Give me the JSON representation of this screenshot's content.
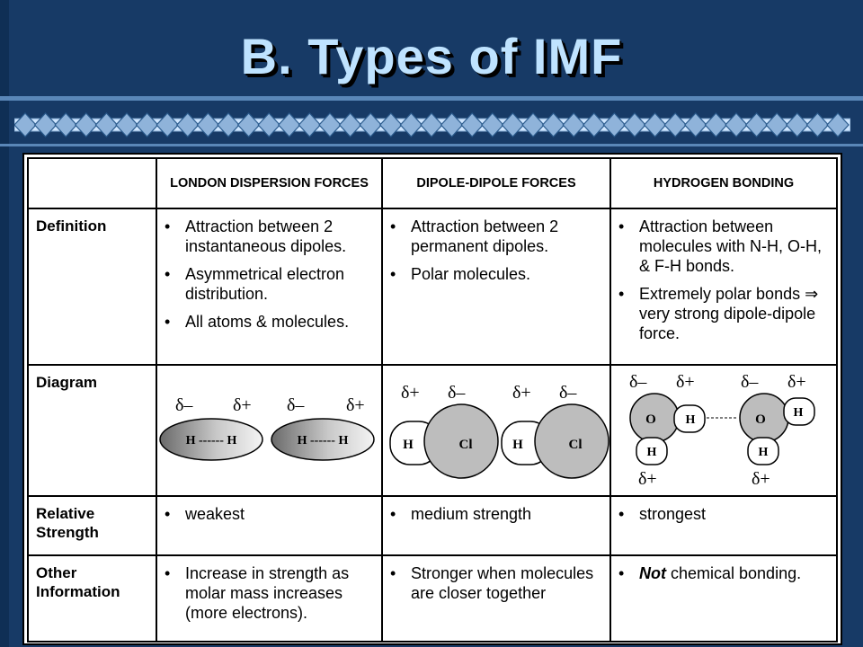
{
  "slide": {
    "title": "B. Types of IMF",
    "colors": {
      "background": "#173a66",
      "title": "#bfe3ff",
      "accent_line": "#5a87b8"
    }
  },
  "table": {
    "columns": [
      "",
      "LONDON DISPERSION FORCES",
      "DIPOLE-DIPOLE FORCES",
      "HYDROGEN BONDING"
    ],
    "rows": {
      "definition": {
        "label": "Definition",
        "london": [
          "Attraction between 2 instantaneous dipoles.",
          "Asymmetrical electron distribution.",
          "All atoms & molecules."
        ],
        "dipole": [
          "Attraction between 2 permanent dipoles.",
          "Polar molecules."
        ],
        "hydrogen": [
          "Attraction between molecules with N-H, O-H, & F-H bonds.",
          "Extremely polar bonds ⇒ very strong dipole-dipole force."
        ]
      },
      "diagram": {
        "label": "Diagram",
        "london": {
          "charges": [
            "δ–",
            "δ+",
            "δ–",
            "δ+"
          ],
          "molecule": "H ------ H"
        },
        "dipole": {
          "charges": [
            "δ+",
            "δ–",
            "δ+",
            "δ–"
          ],
          "atom_h": "H",
          "atom_cl": "Cl"
        },
        "hydrogen": {
          "charges_top": [
            "δ–",
            "δ+",
            "δ–",
            "δ+"
          ],
          "charges_bottom": [
            "δ+",
            "δ+"
          ],
          "atom_o": "O",
          "atom_h": "H"
        }
      },
      "strength": {
        "label": "Relative Strength",
        "london": [
          "weakest"
        ],
        "dipole": [
          "medium strength"
        ],
        "hydrogen": [
          "strongest"
        ]
      },
      "other": {
        "label": "Other Information",
        "london": [
          "Increase in strength as molar mass increases (more electrons)."
        ],
        "dipole": [
          "Stronger when molecules are closer together"
        ],
        "hydrogen_emph": "Not",
        "hydrogen_rest": " chemical bonding."
      }
    }
  }
}
